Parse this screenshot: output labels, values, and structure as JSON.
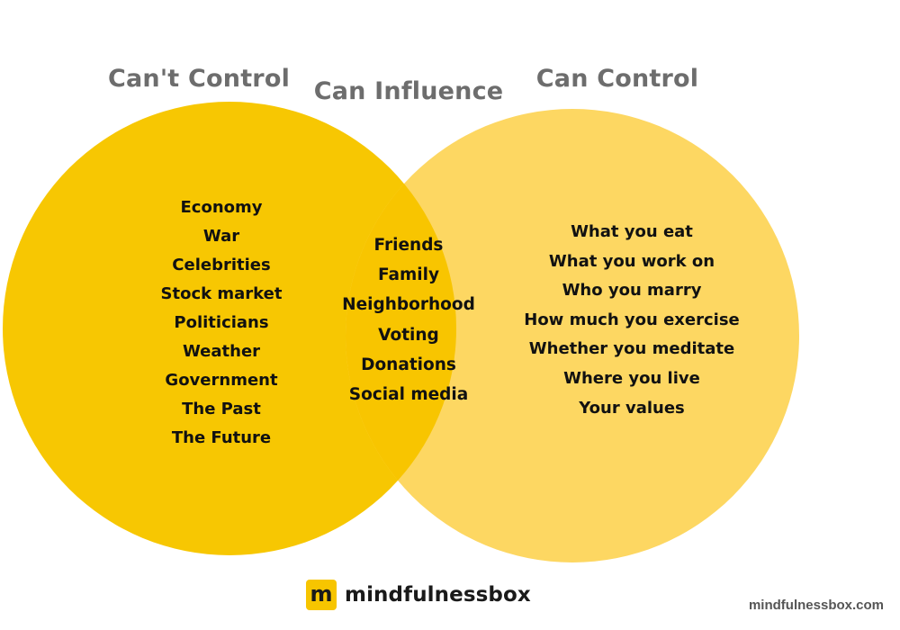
{
  "colors": {
    "left_circle": "#f7c702",
    "right_circle": "#fdd762",
    "overlap": "#f8c500",
    "heading_text": "#6d6d6d",
    "item_text": "#111111",
    "logo_mark": "#f7c500"
  },
  "headings": {
    "cant_control": "Can't Control",
    "can_influence": "Can Influence",
    "can_control": "Can Control"
  },
  "cant_control_items": [
    "Economy",
    "War",
    "Celebrities",
    "Stock market",
    "Politicians",
    "Weather",
    "Government",
    "The Past",
    "The Future"
  ],
  "can_influence_items": [
    "Friends",
    "Family",
    "Neighborhood",
    "Voting",
    "Donations",
    "Social media"
  ],
  "can_control_items": [
    "What you eat",
    "What you work on",
    "Who you marry",
    "How much you exercise",
    "Whether you meditate",
    "Where you live",
    "Your values"
  ],
  "logo": {
    "mark": "m",
    "name": "mindfulnessbox"
  },
  "site_url": "mindfulnessbox.com"
}
